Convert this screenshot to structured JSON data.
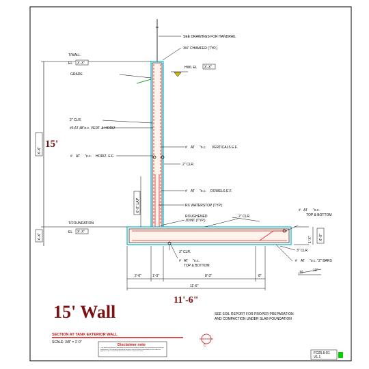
{
  "labels": {
    "handrail": "SEE DRAWINGS FOR HANDRAIL",
    "chamfer": "3/4\" CHAMFER (TYP.)",
    "hwl": "HWL EL",
    "hwl_box": "X'-X\"",
    "t_wall": "T/WALL",
    "t_wall_el": "EL",
    "t_wall_box": "X'-X\"",
    "grade": "GRADE",
    "clr_2_top": "2\" CLR.",
    "bars_48": "#3 AT 48\"o.c. VERT. & HORIZ",
    "at_vert_a": "#",
    "at_vert_b": "AT",
    "at_vert_c": "\"o.c.",
    "verticals": "VERTICALS E.F.",
    "at_horiz_a": "#",
    "at_horiz_b": "AT",
    "at_horiz_c": "\"o.c.",
    "horiz": "HORIZ. E.F.",
    "clr_2_mid": "2\" CLR.",
    "at_dowel_a": "#",
    "at_dowel_b": "AT",
    "at_dowel_c": "\"o.c.",
    "dowels": "DOWELS E.F.",
    "lap": "X'-X\" LAP",
    "waterstop": "RX WATERSTOP (TYP.)",
    "roughened": "ROUGHENED",
    "joint": "JOINT (TYP.)",
    "clr_2_slab": "2\" CLR.",
    "tb_at_a": "#",
    "tb_at_b": "AT",
    "tb_at_c": "\"o.c.",
    "top_bottom": "TOP & BOTTOM",
    "t_found": "T/FOUNDATION",
    "t_found_el": "EL",
    "t_found_box": "X'-X\"",
    "clr_3_bot": "3\" CLR.",
    "clr_3_right": "3\" CLR.",
    "bot_at_a": "#",
    "bot_at_b": "AT",
    "bot_at_c": "\"o.c.",
    "top_bottom2": "TOP & BOTTOM",
    "bars_2_a": "#",
    "bars_2_b": "AT",
    "bars_2_c": "\"o.c. \"Z\" BARS",
    "slope": "10",
    "slope2": "10\"",
    "soil1": "SEE SOIL REPORT FOR PROPER PREPARATION",
    "soil2": "AND COMPACTION UNDER SLAB FOUNDATION",
    "left_dim_box": "X'-X\"",
    "left_dim_box2": "X'-X\"",
    "right_dim_box": "1'-X\"",
    "right_dim_box2": "X'-X\""
  },
  "dimensions": {
    "height_15": "15'",
    "d_2_0": "2'-0\"",
    "d_1_3": "1'-3\"",
    "d_8_3": "8'-3\"",
    "d_8": "8\"",
    "d_11_6_small": "11'-6\"",
    "d_11_6_big": "11'-6\""
  },
  "title": {
    "wall_name": "15' Wall",
    "section_title": "SECTION AT TANK EXTERIOR WALL",
    "scale": "SCALE: 3/8\" = 1'-0\"",
    "disclaimer_title": "Disclaimer note",
    "disclaimer_body": "This detail must not be used without the third and complete review and evaluation by the design professional. The design professional assumes total and final responsibility for this detail as appears in the construction documents. Please remove this note.",
    "section_marker": "C",
    "sheet_number": "FC05.5-01",
    "version": "V1.1"
  },
  "colors": {
    "cyan": "#00b8d8",
    "rebar_red": "#dd2222",
    "title_red": "#7a1010",
    "grade_green": "#22aa22",
    "water_yellow": "#d8c000",
    "badge_green": "#00cc00"
  }
}
